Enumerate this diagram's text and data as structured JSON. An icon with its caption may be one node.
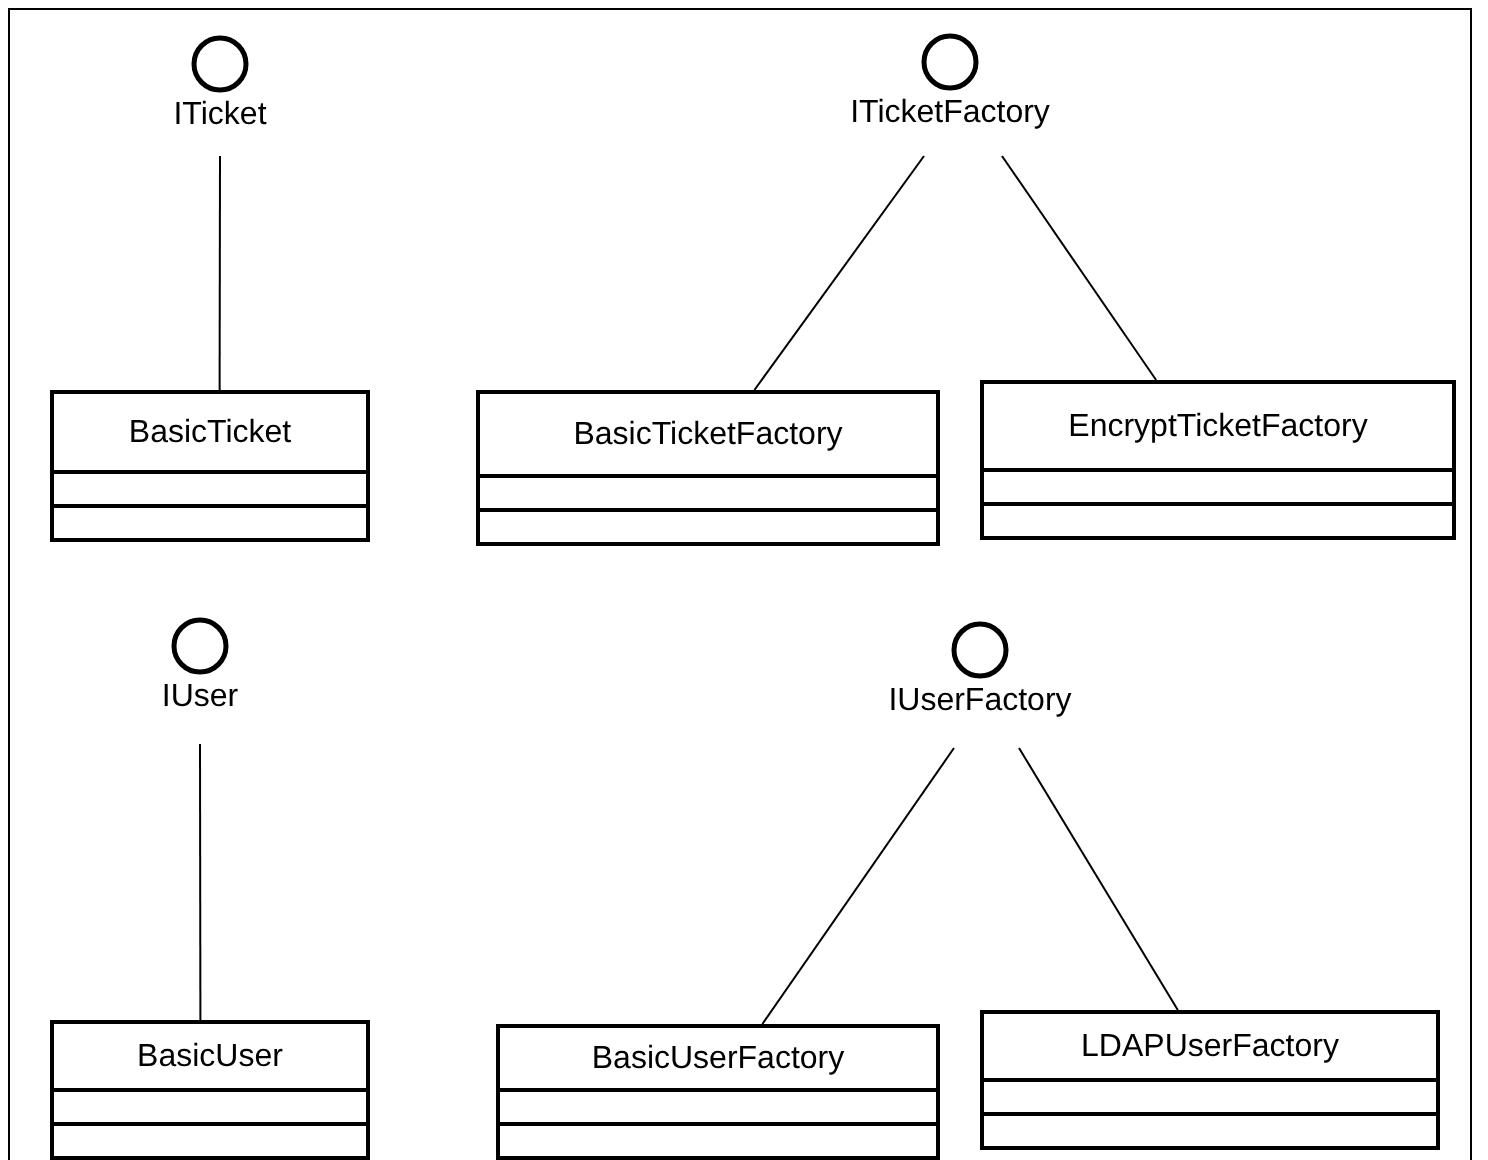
{
  "diagram": {
    "nodes": [
      {
        "text": [
          "ITicket"
        ]
      },
      {
        "text": [
          "BasicTicket"
        ]
      },
      {
        "text": [
          "ITicketFactory"
        ]
      },
      {
        "text": [
          "BasicTicketFactory"
        ]
      },
      {
        "text": [
          "EncryptTicketFactory"
        ]
      },
      {
        "text": [
          "IUser"
        ]
      },
      {
        "text": [
          "BasicUser"
        ]
      },
      {
        "text": [
          "IUserFactory"
        ]
      },
      {
        "text": [
          "BasicUserFactory"
        ]
      },
      {
        "text": [
          "LDAPUserFactory"
        ]
      }
    ],
    "edges": [
      {
        "from": 0,
        "to": 1,
        "arrow": "none"
      },
      {
        "from": 2,
        "to": 3,
        "arrow": "none"
      },
      {
        "from": 2,
        "to": 4,
        "arrow": "none"
      },
      {
        "from": 5,
        "to": 6,
        "arrow": "none"
      },
      {
        "from": 7,
        "to": 8,
        "arrow": "none"
      },
      {
        "from": 7,
        "to": 9,
        "arrow": "none"
      }
    ]
  }
}
